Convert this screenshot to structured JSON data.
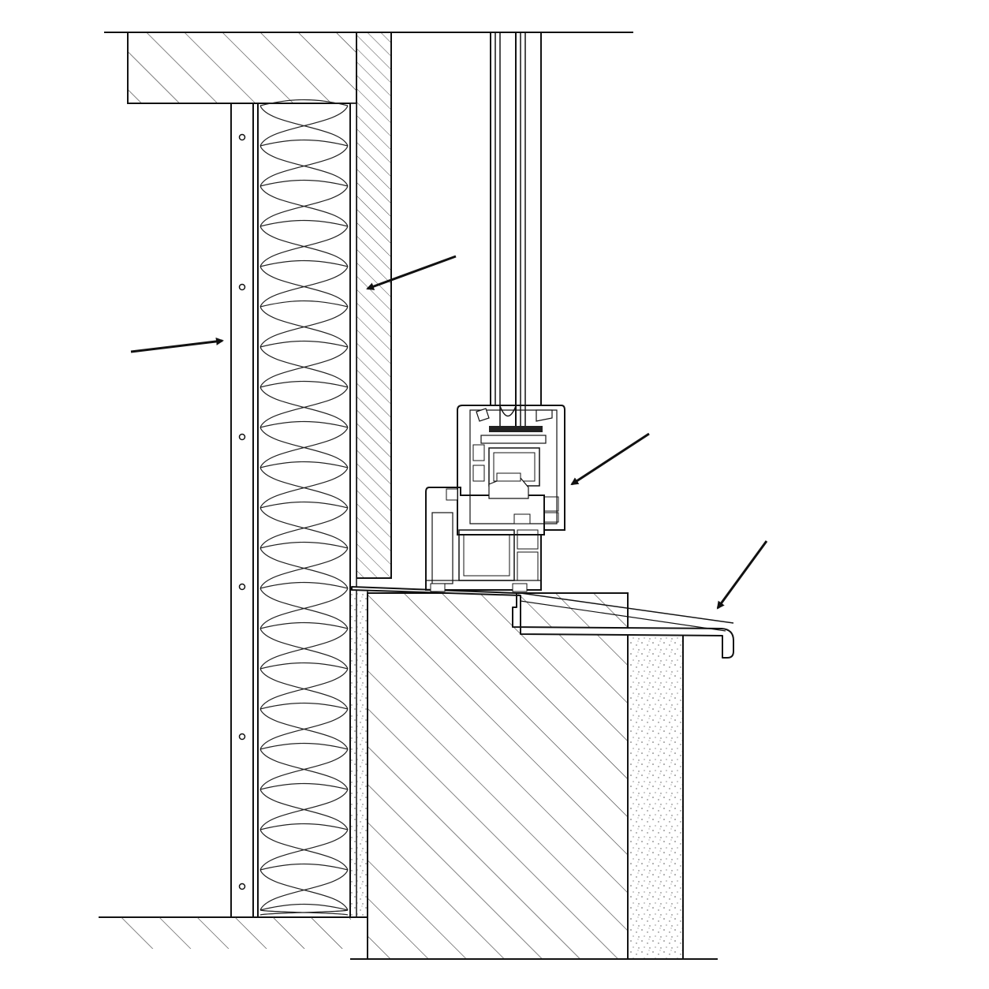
{
  "diagram": {
    "kind": "architectural-section",
    "colors": {
      "ink": "#111111",
      "paper": "#ffffff",
      "hatch": "#333333",
      "stipple": "#555555"
    },
    "components": [
      {
        "id": "lintel",
        "name": "lintel"
      },
      {
        "id": "cladding-board",
        "name": "cladding-board"
      },
      {
        "id": "insulation",
        "name": "mineral-wool-insulation"
      },
      {
        "id": "inner-lining",
        "name": "inner-wall-lining"
      },
      {
        "id": "glazing-unit",
        "name": "glazing-unit"
      },
      {
        "id": "sash-profile",
        "name": "sash-profile"
      },
      {
        "id": "frame-profile",
        "name": "frame-profile"
      },
      {
        "id": "window-sill",
        "name": "window-sill"
      },
      {
        "id": "masonry-block",
        "name": "masonry-block"
      },
      {
        "id": "plaster-layer",
        "name": "plaster-layer"
      },
      {
        "id": "floor-slab",
        "name": "floor-slab"
      }
    ],
    "arrows": [
      {
        "id": "arrow-cladding",
        "points_to": "cladding-board"
      },
      {
        "id": "arrow-lining",
        "points_to": "inner-lining"
      },
      {
        "id": "arrow-window-profile",
        "points_to": "sash-profile"
      },
      {
        "id": "arrow-sill",
        "points_to": "window-sill"
      }
    ]
  }
}
